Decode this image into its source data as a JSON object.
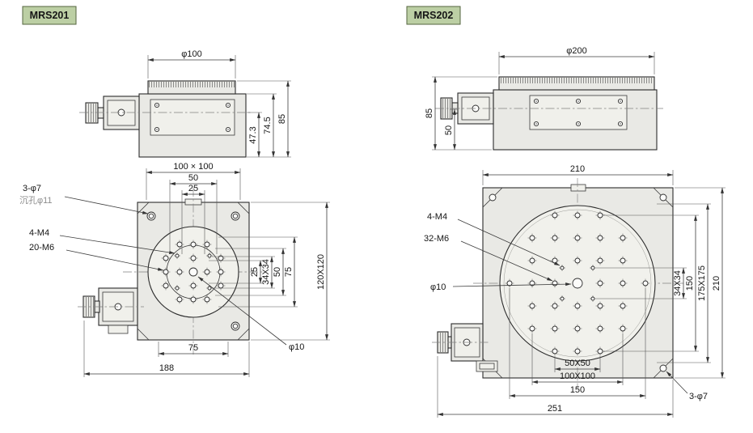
{
  "theme": {
    "badge_bg": "#bccfa4",
    "badge_border": "#55663f",
    "line_color": "#2c2c2c",
    "background": "#ffffff"
  },
  "mrs201": {
    "badge": "MRS201",
    "side": {
      "dia": "φ100",
      "h1": "47.3",
      "h2": "74.5",
      "h3": "85"
    },
    "plan": {
      "top1": "100 × 100",
      "top2": "50",
      "top3": "25",
      "corner_holes": "3-φ7",
      "counterbore": "沉孔φ11",
      "m4": "4-M4",
      "m6": "20-M6",
      "r1": "25",
      "r2": "34X34",
      "r3": "50",
      "r4": "75",
      "r5": "120X120",
      "center_hole": "φ10",
      "b1": "75",
      "b2": "188"
    }
  },
  "mrs202": {
    "badge": "MRS202",
    "side": {
      "dia": "φ200",
      "h1": "85",
      "h2": "50"
    },
    "plan": {
      "top1": "210",
      "m4": "4-M4",
      "m6": "32-M6",
      "center_hole": "φ10",
      "r1": "34X34",
      "r2": "150",
      "r3": "175X175",
      "r4": "210",
      "b1": "50X50",
      "b2": "100X100",
      "b3": "150",
      "b4": "251",
      "corner_holes": "3-φ7"
    }
  }
}
